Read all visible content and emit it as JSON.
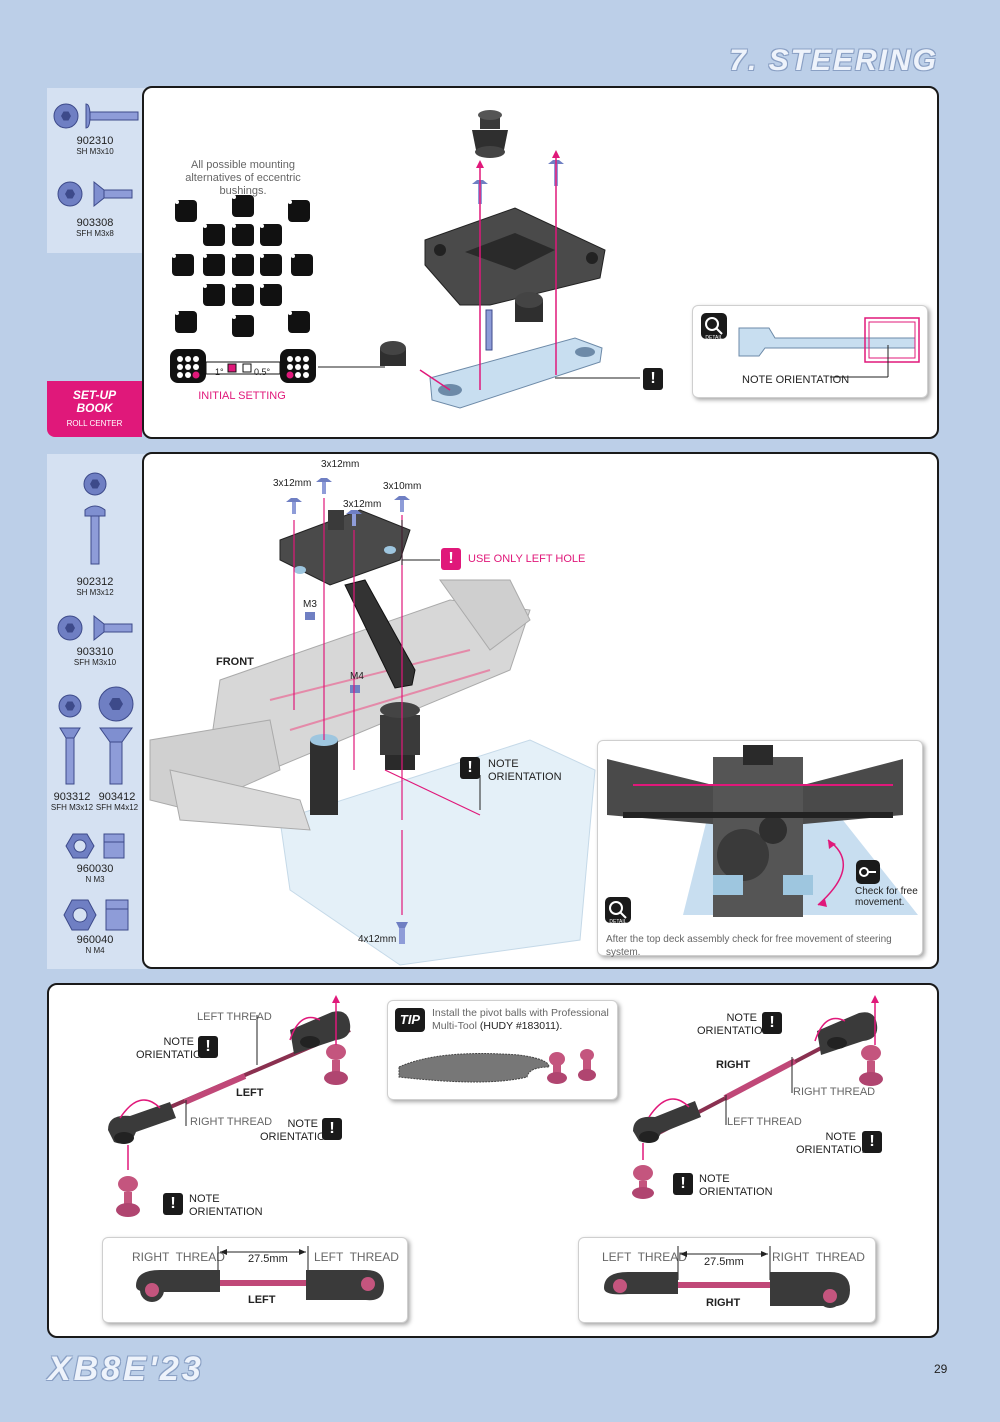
{
  "header": {
    "section_title": "7. STEERING"
  },
  "footer": {
    "logo": "XB8E'23",
    "page_number": "29"
  },
  "step1": {
    "parts": [
      {
        "code": "902310",
        "desc": "SH M3x10"
      },
      {
        "code": "903308",
        "desc": "SFH M3x8"
      }
    ],
    "setup_book": {
      "line1": "SET-UP",
      "line2": "BOOK",
      "sub": "ROLL CENTER"
    },
    "bushing_caption": "All possible mounting alternatives of eccentric bushings.",
    "initial_setting": "INITIAL SETTING",
    "deg1": "1°",
    "deg05": "0.5°",
    "note": "NOTE ORIENTATION",
    "detail_label": "DETAIL"
  },
  "step2": {
    "parts": [
      {
        "code": "902312",
        "desc": "SH M3x12"
      },
      {
        "code": "903310",
        "desc": "SFH M3x10"
      },
      {
        "code": "903312",
        "desc": "SFH M3x12"
      },
      {
        "code": "903412",
        "desc": "SFH M4x12"
      },
      {
        "code": "960030",
        "desc": "N M3"
      },
      {
        "code": "960040",
        "desc": "N M4"
      }
    ],
    "labels": {
      "s1": "3x12mm",
      "s2": "3x12mm",
      "s3": "3x12mm",
      "s4": "3x10mm",
      "m3": "M3",
      "m4": "M4",
      "bottom": "4x12mm",
      "front": "FRONT",
      "use_left": "USE ONLY LEFT HOLE",
      "note1": "NOTE",
      "note2": "ORIENTATION"
    },
    "detail": {
      "check": "Check for free movement.",
      "caption": "After the top deck assembly check for free movement of steering system.",
      "detail_label": "DETAIL"
    }
  },
  "step3": {
    "tip_badge": "TIP",
    "tip_text_a": "Install the pivot balls with Professional Multi-Tool",
    "tip_text_b": "(HUDY #183011).",
    "left": {
      "left_thread": "LEFT THREAD",
      "right_thread": "RIGHT THREAD",
      "name": "LEFT",
      "note1": "NOTE",
      "note2": "ORIENTATION"
    },
    "right": {
      "left_thread": "LEFT THREAD",
      "right_thread": "RIGHT THREAD",
      "name": "RIGHT",
      "note1": "NOTE",
      "note2": "ORIENTATION"
    },
    "box_left": {
      "l": "RIGHT  THREAD",
      "r": "LEFT  THREAD",
      "dim": "27.5mm",
      "name": "LEFT"
    },
    "box_right": {
      "l": "LEFT  THREAD",
      "r": "RIGHT  THREAD",
      "dim": "27.5mm",
      "name": "RIGHT"
    }
  }
}
